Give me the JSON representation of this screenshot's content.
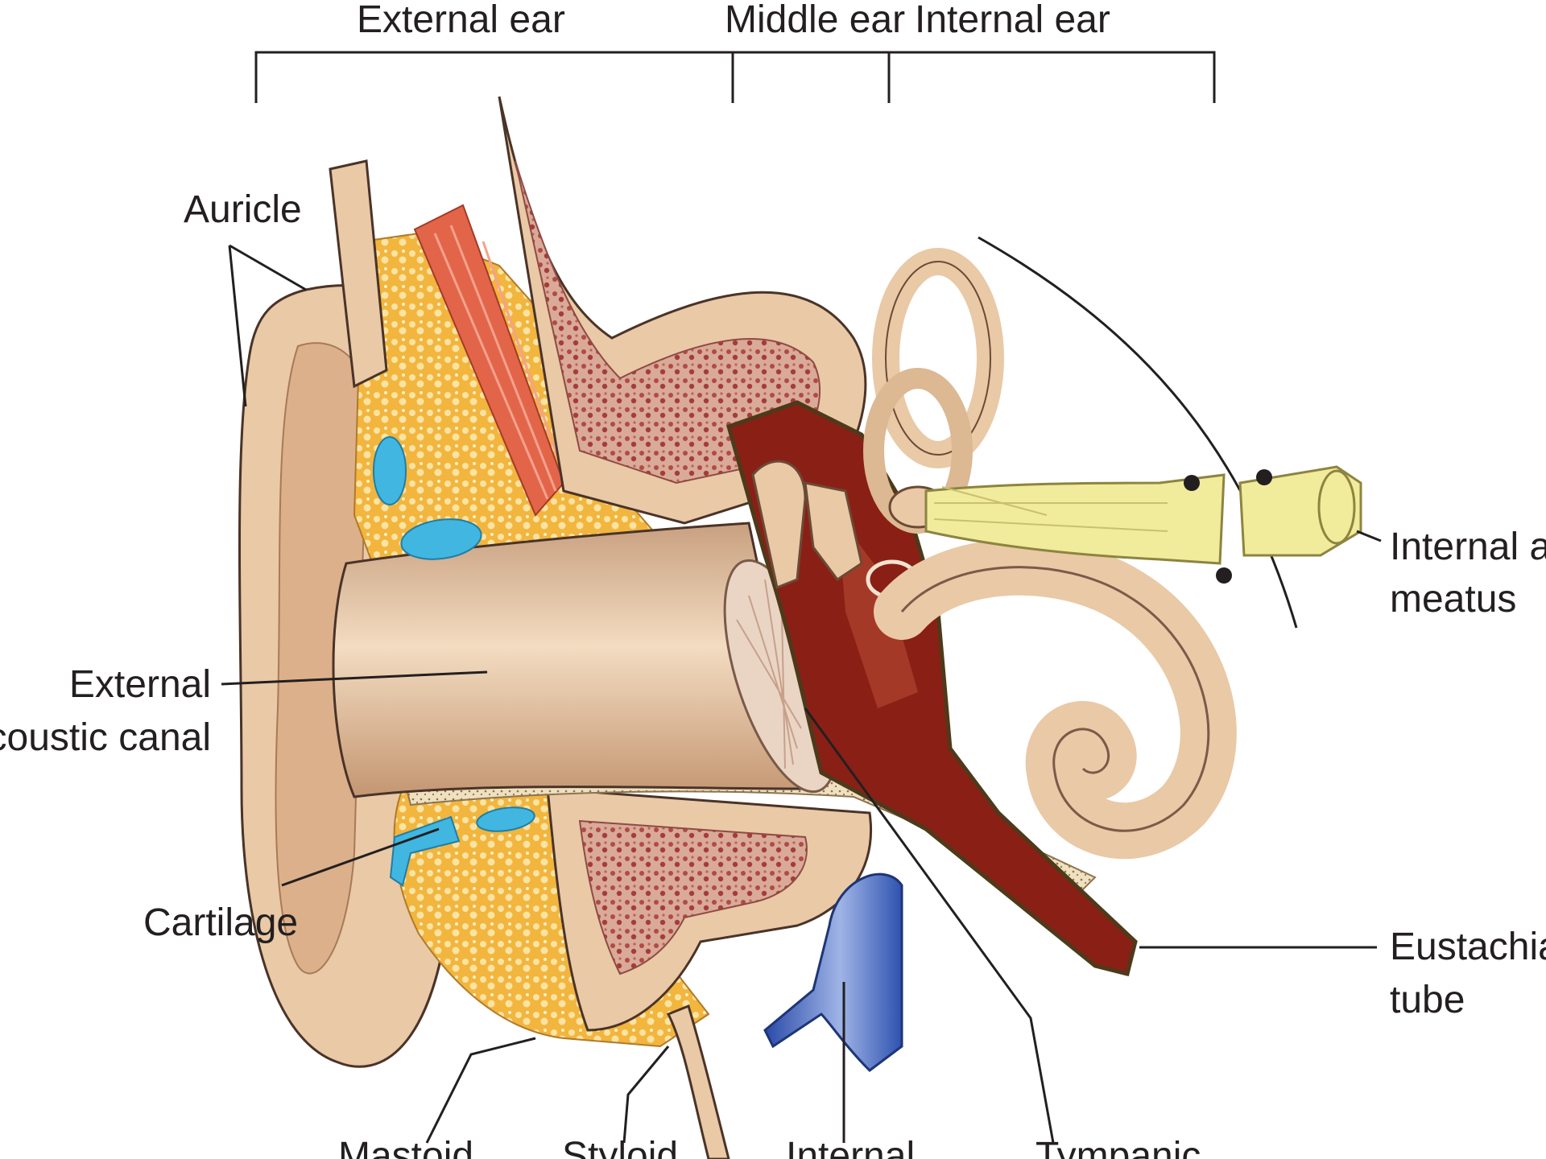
{
  "sections": {
    "external_ear": "External ear",
    "middle_ear": "Middle ear",
    "internal_ear": "Internal ear"
  },
  "labels": {
    "auricle": "Auricle",
    "external_acoustic_canal_1": "External",
    "external_acoustic_canal_2": "acoustic canal",
    "cartilage": "Cartilage",
    "internal_acoustic_meatus_1": "Internal ac",
    "internal_acoustic_meatus_2": "meatus",
    "eustachian_tube_1": "Eustachian",
    "eustachian_tube_2": "tube",
    "mastoid": "Mastoid",
    "styloid": "Styloid",
    "internal": "Internal",
    "tympanic": "Tympanic"
  },
  "colors": {
    "skin": "#e9c9a6",
    "skin_dark": "#c99d78",
    "fat": "#f0b43c",
    "cartilage": "#41b6e0",
    "muscle": "#e2654a",
    "bone": "#b96a63",
    "middle_ear_cavity": "#8a1f16",
    "nerve": "#f1eb9c",
    "vein": "#4c6fc4"
  }
}
